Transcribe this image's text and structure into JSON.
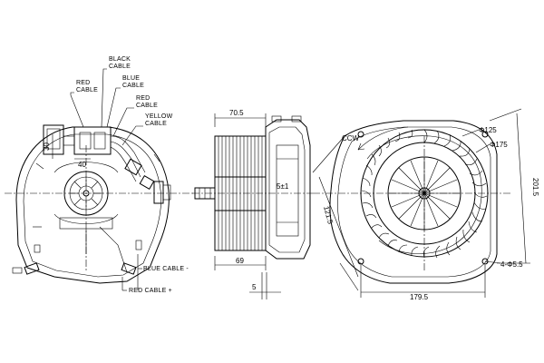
{
  "labels": {
    "black_cable": [
      "BLACK",
      "CABLE"
    ],
    "red_cable_top": [
      "RED",
      "CABLE"
    ],
    "blue_cable_top": [
      "BLUE",
      "CABLE"
    ],
    "red_cable_mid": [
      "RED",
      "CABLE"
    ],
    "yellow_cable": [
      "YELLOW",
      "CABLE"
    ],
    "blue_cable_minus": "BLUE CABLE -",
    "red_cable_plus": "RED CABLE +"
  },
  "dimensions": {
    "d30": "30",
    "d40": "40",
    "d70_5": "70.5",
    "d5_pm1": "5±1",
    "d69": "69",
    "d5": "5",
    "ccw": "CCW",
    "phi125": "Φ125",
    "phi175": "Φ175",
    "d201_5": "201.5",
    "d121_5": "121.5",
    "holes": "4-Φ5.5",
    "d179_5": "179.5"
  }
}
